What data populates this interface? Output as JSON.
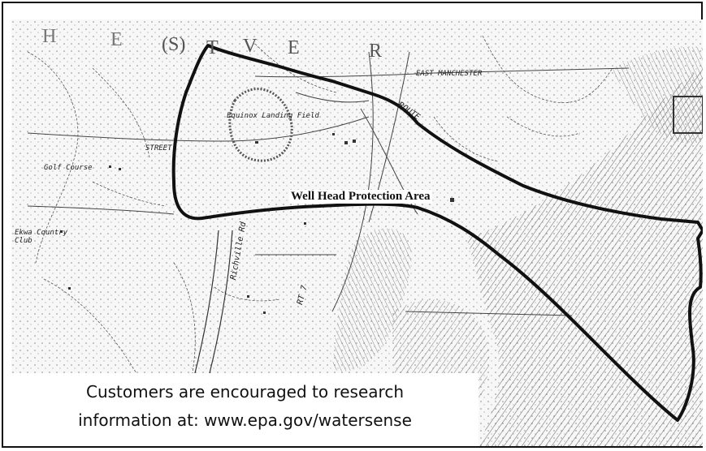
{
  "map": {
    "area_label": "Well Head Protection Area",
    "top_letters": [
      "H",
      "E",
      "(S)",
      "T",
      "V",
      "E",
      "R"
    ],
    "labels": {
      "east_manchester": "EAST MANCHESTER",
      "route": "ROUTE",
      "landing_field": "Equinox Landing Field",
      "golf_course": "Golf Course",
      "street": "STREET",
      "country_club": "Ekwa Country Club",
      "road": "Richville Rd",
      "rt7": "RT 7"
    }
  },
  "caption": {
    "line1": "Customers are encouraged to research",
    "line2": "information at: www.epa.gov/watersense"
  },
  "colors": {
    "boundary": "#111111",
    "paper": "#ffffff",
    "ink": "#222222"
  }
}
